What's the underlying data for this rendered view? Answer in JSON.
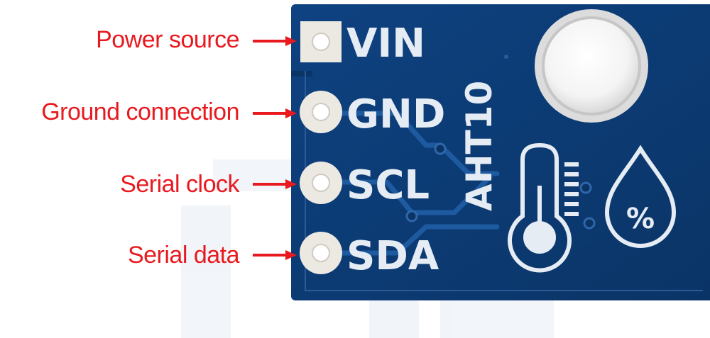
{
  "annotations": [
    {
      "label": "Power source",
      "pin": "VIN"
    },
    {
      "label": "Ground connection",
      "pin": "GND"
    },
    {
      "label": "Serial clock",
      "pin": "SCL"
    },
    {
      "label": "Serial data",
      "pin": "SDA"
    }
  ],
  "board": {
    "chip_name": "AHT10",
    "humidity_symbol": "%",
    "pcb_color": "#0c3a72",
    "silkscreen_color": "#e6ecf4",
    "label_color": "#e8191f"
  }
}
